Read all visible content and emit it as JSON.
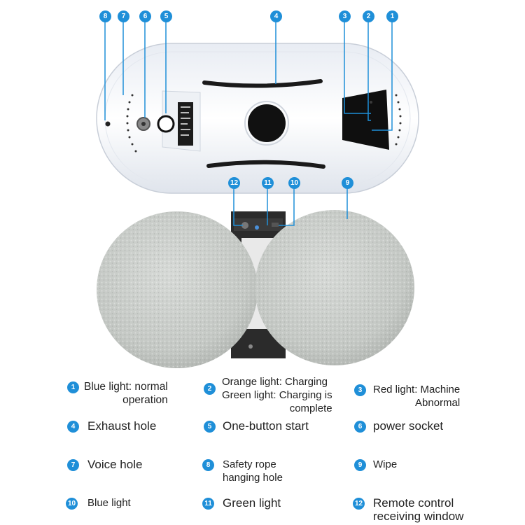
{
  "callouts": [
    "1",
    "2",
    "3",
    "4",
    "5",
    "6",
    "7",
    "8",
    "9",
    "10",
    "11",
    "12"
  ],
  "legend": [
    {
      "num": "1",
      "line1": "Blue light: normal",
      "line2": "operation"
    },
    {
      "num": "2",
      "line1": "Orange light: Charging",
      "line2": "Green light: Charging is",
      "line3": "complete"
    },
    {
      "num": "3",
      "line1": "Red light: Machine",
      "line2": "Abnormal"
    },
    {
      "num": "4",
      "line1": "Exhaust hole"
    },
    {
      "num": "5",
      "line1": "One-button  start"
    },
    {
      "num": "6",
      "line1": "power socket"
    },
    {
      "num": "7",
      "line1": "Voice hole"
    },
    {
      "num": "8",
      "line1": "Safety rope",
      "line2": "hanging hole"
    },
    {
      "num": "9",
      "line1": "Wipe"
    },
    {
      "num": "10",
      "line1": "Blue light"
    },
    {
      "num": "11",
      "line1": "Green light"
    },
    {
      "num": "12",
      "line1": "Remote control",
      "line2": "receiving window"
    }
  ],
  "colors": {
    "badge": "#1f8fd8",
    "robot_body": "#f4f6fa",
    "pad": "#c9cdca",
    "window": "#111111"
  }
}
